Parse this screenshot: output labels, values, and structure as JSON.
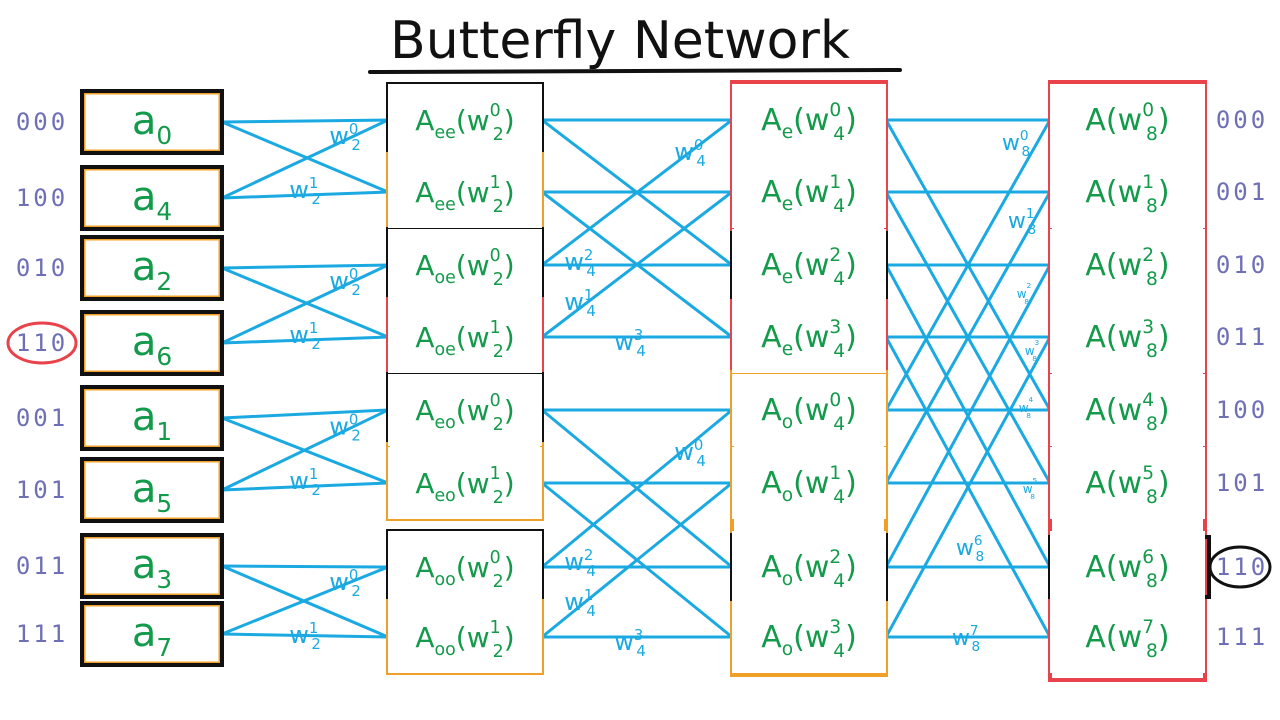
{
  "title": "Butterfly Network",
  "left_bits": [
    "000",
    "100",
    "010",
    "110",
    "001",
    "101",
    "011",
    "111"
  ],
  "right_bits": [
    "000",
    "001",
    "010",
    "011",
    "100",
    "101",
    "110",
    "111"
  ],
  "stage0": [
    {
      "base": "a",
      "sub": "0"
    },
    {
      "base": "a",
      "sub": "4"
    },
    {
      "base": "a",
      "sub": "2"
    },
    {
      "base": "a",
      "sub": "6"
    },
    {
      "base": "a",
      "sub": "1"
    },
    {
      "base": "a",
      "sub": "5"
    },
    {
      "base": "a",
      "sub": "3"
    },
    {
      "base": "a",
      "sub": "7"
    }
  ],
  "stage1": [
    {
      "base": "A",
      "sub": "ee",
      "w": "w",
      "wsub": "2",
      "wsup": "0"
    },
    {
      "base": "A",
      "sub": "ee",
      "w": "w",
      "wsub": "2",
      "wsup": "1"
    },
    {
      "base": "A",
      "sub": "oe",
      "w": "w",
      "wsub": "2",
      "wsup": "0"
    },
    {
      "base": "A",
      "sub": "oe",
      "w": "w",
      "wsub": "2",
      "wsup": "1"
    },
    {
      "base": "A",
      "sub": "eo",
      "w": "w",
      "wsub": "2",
      "wsup": "0"
    },
    {
      "base": "A",
      "sub": "eo",
      "w": "w",
      "wsub": "2",
      "wsup": "1"
    },
    {
      "base": "A",
      "sub": "oo",
      "w": "w",
      "wsub": "2",
      "wsup": "0"
    },
    {
      "base": "A",
      "sub": "oo",
      "w": "w",
      "wsub": "2",
      "wsup": "1"
    }
  ],
  "stage2": [
    {
      "base": "A",
      "sub": "e",
      "w": "w",
      "wsub": "4",
      "wsup": "0"
    },
    {
      "base": "A",
      "sub": "e",
      "w": "w",
      "wsub": "4",
      "wsup": "1"
    },
    {
      "base": "A",
      "sub": "e",
      "w": "w",
      "wsub": "4",
      "wsup": "2"
    },
    {
      "base": "A",
      "sub": "e",
      "w": "w",
      "wsub": "4",
      "wsup": "3"
    },
    {
      "base": "A",
      "sub": "o",
      "w": "w",
      "wsub": "4",
      "wsup": "0"
    },
    {
      "base": "A",
      "sub": "o",
      "w": "w",
      "wsub": "4",
      "wsup": "1"
    },
    {
      "base": "A",
      "sub": "o",
      "w": "w",
      "wsub": "4",
      "wsup": "2"
    },
    {
      "base": "A",
      "sub": "o",
      "w": "w",
      "wsub": "4",
      "wsup": "3"
    }
  ],
  "stage3": [
    {
      "base": "A",
      "sub": "",
      "w": "w",
      "wsub": "8",
      "wsup": "0"
    },
    {
      "base": "A",
      "sub": "",
      "w": "w",
      "wsub": "8",
      "wsup": "1"
    },
    {
      "base": "A",
      "sub": "",
      "w": "w",
      "wsub": "8",
      "wsup": "2"
    },
    {
      "base": "A",
      "sub": "",
      "w": "w",
      "wsub": "8",
      "wsup": "3"
    },
    {
      "base": "A",
      "sub": "",
      "w": "w",
      "wsub": "8",
      "wsup": "4"
    },
    {
      "base": "A",
      "sub": "",
      "w": "w",
      "wsub": "8",
      "wsup": "5"
    },
    {
      "base": "A",
      "sub": "",
      "w": "w",
      "wsub": "8",
      "wsup": "6"
    },
    {
      "base": "A",
      "sub": "",
      "w": "w",
      "wsub": "8",
      "wsup": "7"
    }
  ],
  "twiddles_stage1": [
    {
      "w": "w",
      "sub": "2",
      "sup": "0"
    },
    {
      "w": "w",
      "sub": "2",
      "sup": "1"
    },
    {
      "w": "w",
      "sub": "2",
      "sup": "0"
    },
    {
      "w": "w",
      "sub": "2",
      "sup": "1"
    },
    {
      "w": "w",
      "sub": "2",
      "sup": "0"
    },
    {
      "w": "w",
      "sub": "2",
      "sup": "1"
    },
    {
      "w": "w",
      "sub": "2",
      "sup": "0"
    },
    {
      "w": "w",
      "sub": "2",
      "sup": "1"
    }
  ],
  "twiddles_stage2": [
    {
      "w": "w",
      "sub": "4",
      "sup": "0"
    },
    {
      "w": "w",
      "sub": "4",
      "sup": "2"
    },
    {
      "w": "w",
      "sub": "4",
      "sup": "1"
    },
    {
      "w": "w",
      "sub": "4",
      "sup": "3"
    },
    {
      "w": "w",
      "sub": "4",
      "sup": "0"
    },
    {
      "w": "w",
      "sub": "4",
      "sup": "2"
    },
    {
      "w": "w",
      "sub": "4",
      "sup": "1"
    },
    {
      "w": "w",
      "sub": "4",
      "sup": "3"
    }
  ],
  "twiddles_stage3": [
    {
      "w": "w",
      "sub": "8",
      "sup": "0"
    },
    {
      "w": "w",
      "sub": "8",
      "sup": "1"
    },
    {
      "w": "w",
      "sub": "8",
      "sup": "2"
    },
    {
      "w": "w",
      "sub": "8",
      "sup": "3"
    },
    {
      "w": "w",
      "sub": "8",
      "sup": "4"
    },
    {
      "w": "w",
      "sub": "8",
      "sup": "5"
    },
    {
      "w": "w",
      "sub": "8",
      "sup": "6"
    },
    {
      "w": "w",
      "sub": "8",
      "sup": "7"
    }
  ],
  "highlight": {
    "left_row": 3,
    "right_row": 6
  },
  "colors": {
    "wire": "#1ba9e1",
    "node_text": "#139a4a",
    "bits": "#6f6fb8",
    "black": "#111111",
    "orange": "#f0a028",
    "red": "#e8434a"
  }
}
